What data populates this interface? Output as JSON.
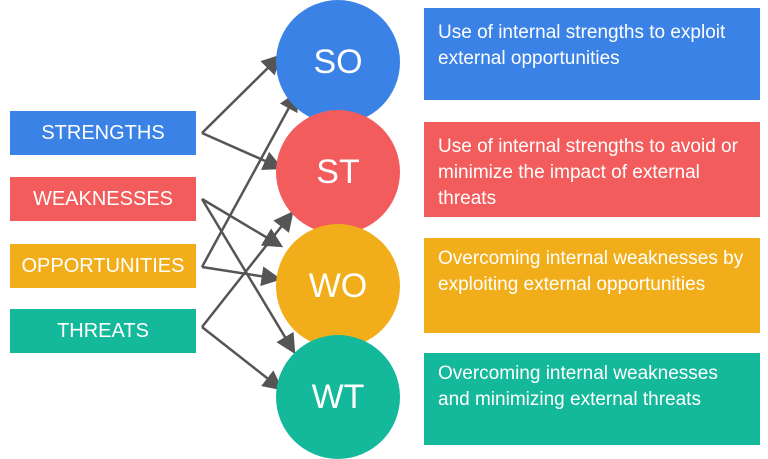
{
  "factors": [
    {
      "label": "STRENGTHS",
      "color": "#3b82e6"
    },
    {
      "label": "WEAKNESSES",
      "color": "#f25c5c"
    },
    {
      "label": "OPPORTUNITIES",
      "color": "#f1ae1a"
    },
    {
      "label": "THREATS",
      "color": "#14b89a"
    }
  ],
  "strategies": [
    {
      "code": "SO",
      "color": "#3b82e6",
      "description": "Use of internal strengths to exploit external opportunities"
    },
    {
      "code": "ST",
      "color": "#f25c5c",
      "description": "Use of internal strengths to avoid or minimize the impact of external threats"
    },
    {
      "code": "WO",
      "color": "#f1ae1a",
      "description": "Overcoming internal weaknesses by exploiting external opportunities"
    },
    {
      "code": "WT",
      "color": "#14b89a",
      "description": "Overcoming internal weaknesses and minimizing external threats"
    }
  ],
  "arrow_color": "#555555"
}
